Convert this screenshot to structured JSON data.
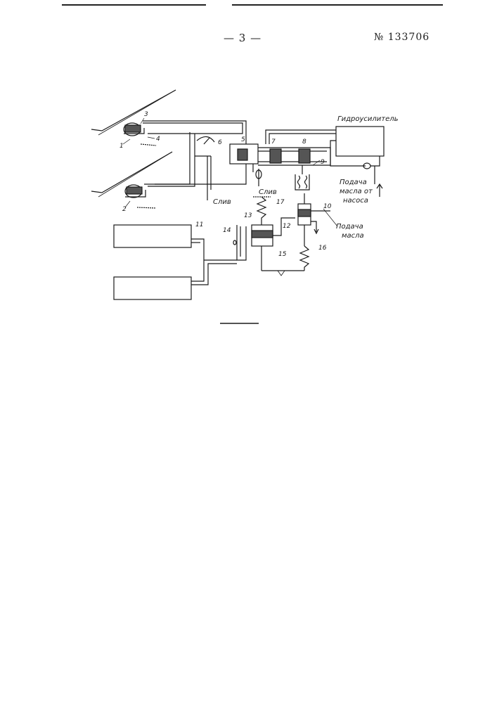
{
  "header": {
    "page_number": "— 3 —",
    "patent_number": "№ 133706"
  },
  "figure": {
    "labels": {
      "hydro_booster": "Гидроусилитель",
      "drain_1": "Слив",
      "drain_2": "Слив",
      "oil_supply_pump_line1": "Подача",
      "oil_supply_pump_line2": "масла от",
      "oil_supply_pump_line3": "насоса",
      "oil_supply_line1": "Подача",
      "oil_supply_line2": "масла"
    },
    "ref_numbers": {
      "n1": "1",
      "n2": "2",
      "n3": "3",
      "n4": "4",
      "n5": "5",
      "n6": "6",
      "n7": "7",
      "n8": "8",
      "n9": "9",
      "n10": "10",
      "n11": "11",
      "n12": "12",
      "n13": "13",
      "n14": "14",
      "n15": "15",
      "n16": "16",
      "n17": "17"
    }
  }
}
